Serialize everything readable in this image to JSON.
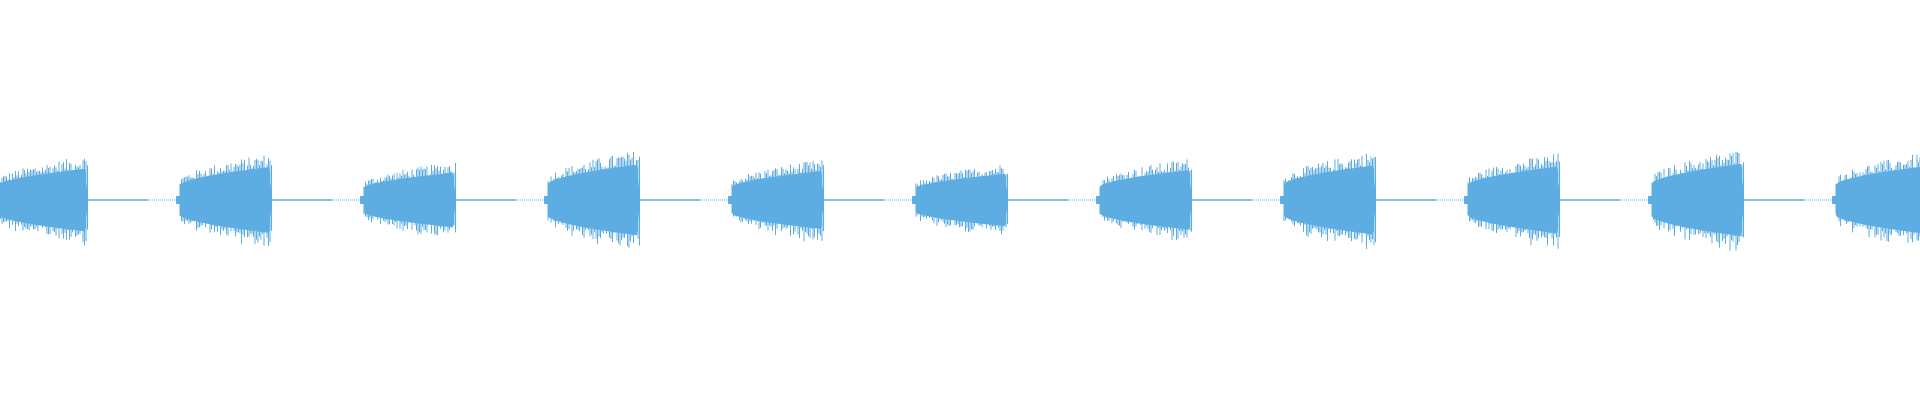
{
  "waveform": {
    "color": "#5dade2",
    "background": "#ffffff",
    "bursts": [
      {
        "amplitude": 0.78
      },
      {
        "amplitude": 0.82
      },
      {
        "amplitude": 0.68
      },
      {
        "amplitude": 0.88
      },
      {
        "amplitude": 0.72
      },
      {
        "amplitude": 0.65
      },
      {
        "amplitude": 0.74
      },
      {
        "amplitude": 0.86
      },
      {
        "amplitude": 0.83
      },
      {
        "amplitude": 0.9
      },
      {
        "amplitude": 0.84
      }
    ]
  }
}
